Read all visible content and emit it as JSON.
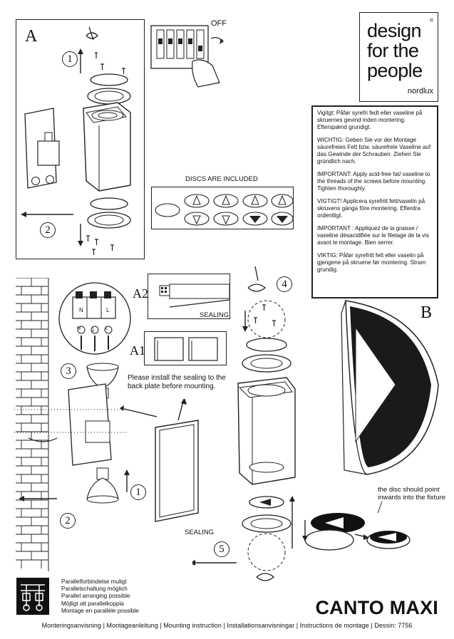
{
  "logo": {
    "line1": "design",
    "line2": "for the",
    "line3": "people",
    "brand": "nordlux",
    "reg": "®"
  },
  "section_a": {
    "letter": "A",
    "step1": "1",
    "step2": "2"
  },
  "section_b": {
    "letter": "B"
  },
  "off_label": "OFF",
  "discs_label": "DISCS ARE INCLUDED",
  "warnings": [
    "Vigitgt: Påfør syrefri fedt eller vaseline på skruernes gevind inden montering. Efterspænd grundigt.",
    "WICHTIG: Geben Sie vor der Montage säurefreies Fett bzw. säurefreie Vaseline auf das Gewinde der Schrauben. Ziehen Sie gründlich nach.",
    "IMPORTANT: Apply acid-free fat/ vaseline to the threads of the screws before mounting. Tighten thoroughly.",
    "VIGTIGT! Applicera syrefritt fett/vaselin på skruvens gänga före montering. Efterdra ordentligt.",
    "IMPORTANT : Appliquez de la graisse / vaseline désacidifiée sur le filetage de la vis avant le montage. Bien serrer.",
    "VIKTIG: Påfør syrefritt fett eller vaselin på gjengene på skruene før montering. Stram grundig."
  ],
  "wiring": {
    "terminal_n": "N",
    "terminal_l": "L",
    "earth": "⏚"
  },
  "a2": {
    "label": "A2",
    "sealing": "SEALING"
  },
  "a1": {
    "label": "A1"
  },
  "install_note": "Please install the sealing to the back plate before mounting.",
  "sealing_label": "SEALING",
  "steps": {
    "s1": "1",
    "s2": "2",
    "s3": "3",
    "s4": "4",
    "s5": "5"
  },
  "disc_note": "the disc should point inwards into the fixture",
  "parallel": [
    "Parallelforbindelse muligt",
    "Parallelschaltung möglich",
    "Parallel arranging possible",
    "Möjligt att parallelkoppla",
    "Montage en parallèle possible"
  ],
  "product_title": "CANTO MAXI",
  "footer": "Monteringsanvisning | Montageanleitung | Mounting instruction | Installationsanvisningar | Instructions de montage | Dessin: 7756"
}
